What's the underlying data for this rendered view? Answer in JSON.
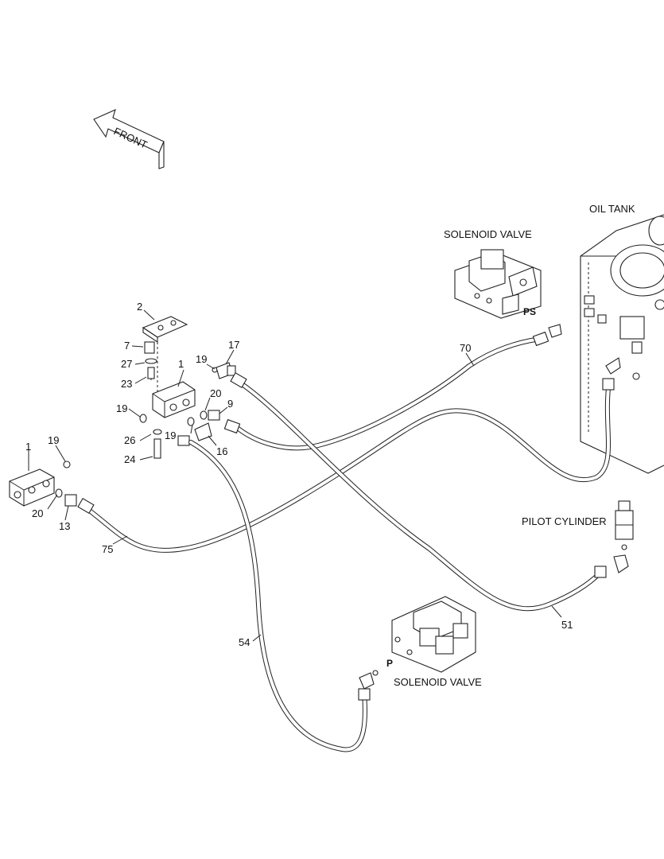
{
  "front_arrow": {
    "text": "FRONT"
  },
  "captions": {
    "oil_tank": "OIL TANK",
    "solenoid_valve_top": "SOLENOID VALVE",
    "solenoid_valve_bottom": "SOLENOID VALVE",
    "pilot_cylinder": "PILOT CYLINDER"
  },
  "port_labels": {
    "ps": "PS",
    "p": "P"
  },
  "callouts": {
    "c2": "2",
    "c7": "7",
    "c27": "27",
    "c23": "23",
    "c1_top": "1",
    "c19_top": "19",
    "c17": "17",
    "c20_top": "20",
    "c9": "9",
    "c19_left": "19",
    "c26": "26",
    "c19_mid": "19",
    "c16": "16",
    "c24": "24",
    "c1_left": "1",
    "c19_far": "19",
    "c20_left": "20",
    "c13": "13",
    "c75": "75",
    "c70": "70",
    "c51": "51",
    "c54": "54"
  },
  "colors": {
    "line": "#222222",
    "background": "#ffffff"
  }
}
